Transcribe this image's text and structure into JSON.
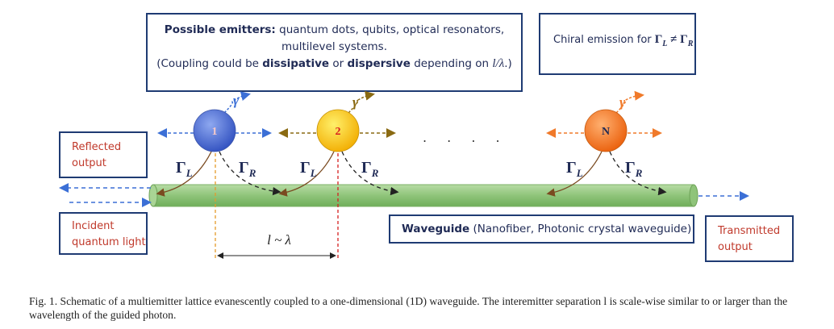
{
  "emitters_box": {
    "line1_bold": "Possible emitters:",
    "line1_rest": " quantum dots, qubits, optical resonators,",
    "line2": "multilevel systems.",
    "line3_pre": "(Coupling could be ",
    "line3_b1": "dissipative",
    "line3_mid": " or ",
    "line3_b2": "dispersive",
    "line3_post": " depending on ",
    "line3_math": "l/λ",
    "line3_end": ".)"
  },
  "chiral_box": {
    "text": "Chiral emission for ",
    "math": "Γ_L ≠ Γ_R"
  },
  "reflected_box": {
    "line1": "Reflected",
    "line2": "output"
  },
  "incident_box": {
    "line1": "Incident",
    "line2": "quantum light"
  },
  "waveguide_box": {
    "bold": "Waveguide",
    "rest": " (Nanofiber, Photonic crystal waveguide)"
  },
  "transmitted_box": {
    "line1": "Transmitted",
    "line2": "output"
  },
  "emitters": [
    {
      "label": "1",
      "color_light": "#7d98e8",
      "color_dark": "#3b5bc9",
      "gamma_color": "#3b6fd6"
    },
    {
      "label": "2",
      "color_light": "#ffe45c",
      "color_dark": "#f5b800",
      "gamma_color": "#8a6a12"
    },
    {
      "label": "N",
      "color_light": "#ffa45a",
      "color_dark": "#f06a10",
      "gamma_color": "#f07a2a"
    }
  ],
  "gamma_symbol": "γ",
  "gamma_L": "Γ",
  "gamma_L_sub": "L",
  "gamma_R": "Γ",
  "gamma_R_sub": "R",
  "dots": ". . . .",
  "separation_label": "l ~ λ",
  "caption": "Fig. 1.  Schematic of a multiemitter lattice evanescently coupled to a one-dimensional (1D) waveguide. The interemitter separation l is scale-wise similar to or larger than the wavelength of the guided photon.",
  "colors": {
    "navy": "#1f3b73",
    "waveguide": "#8fc47a",
    "coupling": "#8a5a2b"
  }
}
